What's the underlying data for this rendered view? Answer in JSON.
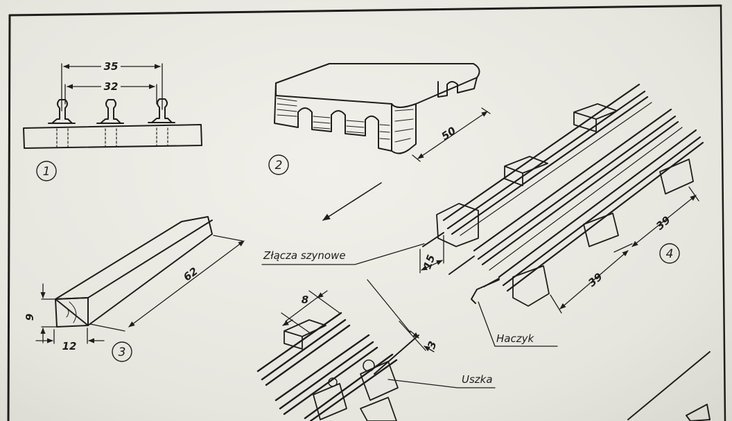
{
  "figures": {
    "fig1": {
      "number": "1",
      "dim_outer": "35",
      "dim_inner": "32"
    },
    "fig2": {
      "number": "2",
      "dim_length": "50"
    },
    "fig3": {
      "number": "3",
      "dim_length": "62",
      "dim_height": "9",
      "dim_width": "12"
    },
    "fig4": {
      "number": "4",
      "dim_spacing_a": "39",
      "dim_spacing_b": "39",
      "dim_pin": "15",
      "label_joints": "Złącza szynowe",
      "label_hook": "Haczyk"
    },
    "fig5": {
      "dim_gap": "8",
      "dim_pin": "3",
      "label_eyes": "Uszka"
    }
  }
}
